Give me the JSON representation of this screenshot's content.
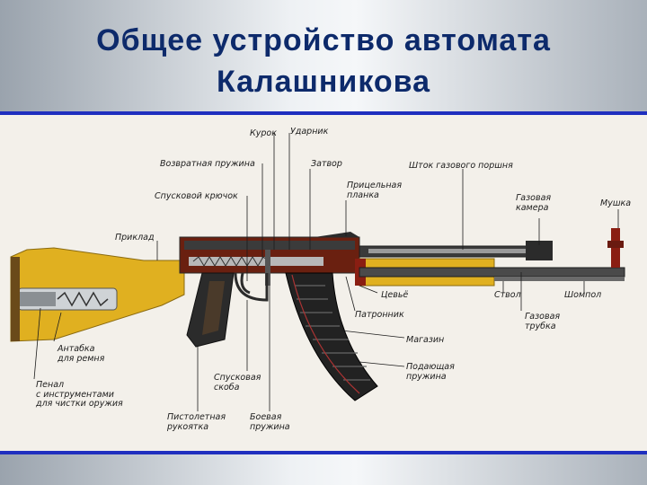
{
  "slide": {
    "title_line1": "Общее устройство автомата",
    "title_line2": "Калашникова"
  },
  "colors": {
    "title": "#0d2a6b",
    "rule": "#1f2fbf",
    "stock_wood": "#e0b020",
    "metal": "#2b2b2b",
    "red_part": "#8a1e12"
  },
  "labels": {
    "hammer": "Курок",
    "firing_pin": "Ударник",
    "return_spring": "Возвратная пружина",
    "bolt": "Затвор",
    "gas_piston_rod": "Шток газового поршня",
    "trigger": "Спусковой крючок",
    "rear_sight": "Прицельная\nпланка",
    "gas_chamber": "Газовая\nкамера",
    "front_sight": "Мушка",
    "buttstock": "Приклад",
    "handguard": "Цевьё",
    "barrel": "Ствол",
    "cleaning_rod": "Шомпол",
    "chamber": "Патронник",
    "gas_tube": "Газовая\nтрубка",
    "magazine": "Магазин",
    "mag_spring": "Подающая\nпружина",
    "sling_swivel": "Антабка\nдля ремня",
    "cleaning_kit": "Пенал\nс инструментами\nдля чистки оружия",
    "trigger_guard": "Спусковая\nскоба",
    "pistol_grip": "Пистолетная\nрукоятка",
    "mainspring": "Боевая\nпружина"
  }
}
